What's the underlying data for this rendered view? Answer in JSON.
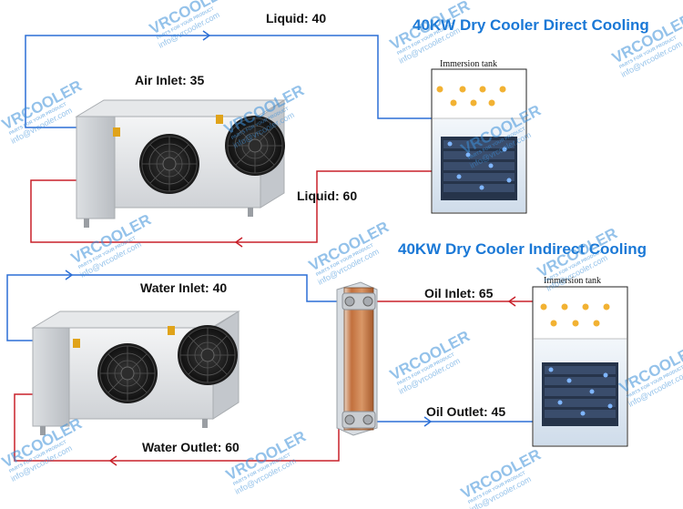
{
  "colors": {
    "cold_pipe": "#2b6fd6",
    "hot_pipe": "#c8202a",
    "title": "#1a78d6",
    "watermark": "#3d8fd8",
    "oil_dot": "#f2b233"
  },
  "direct": {
    "title": "40KW Dry Cooler Direct Cooling",
    "liquid_in": "Liquid: 40",
    "air_inlet": "Air Inlet: 35",
    "liquid_out": "Liquid: 60",
    "tank_label": "Immersion tank"
  },
  "indirect": {
    "title": "40KW Dry Cooler Indirect Cooling",
    "water_inlet": "Water Inlet: 40",
    "oil_inlet": "Oil Inlet: 65",
    "oil_outlet": "Oil Outlet: 45",
    "water_outlet": "Water Outlet: 60",
    "tank_label": "Immersion tank"
  },
  "watermark": {
    "brand": "VRCOOLER",
    "tagline": "PARTS FOR YOUR PRODUCT",
    "email": "info@vrcooler.com"
  },
  "icons": {
    "dry_cooler": "dry-cooler-unit-icon",
    "fan": "axial-fan-icon",
    "heat_exchanger": "plate-heat-exchanger-icon",
    "tank": "immersion-tank-icon",
    "arrow": "flow-arrow-icon"
  }
}
